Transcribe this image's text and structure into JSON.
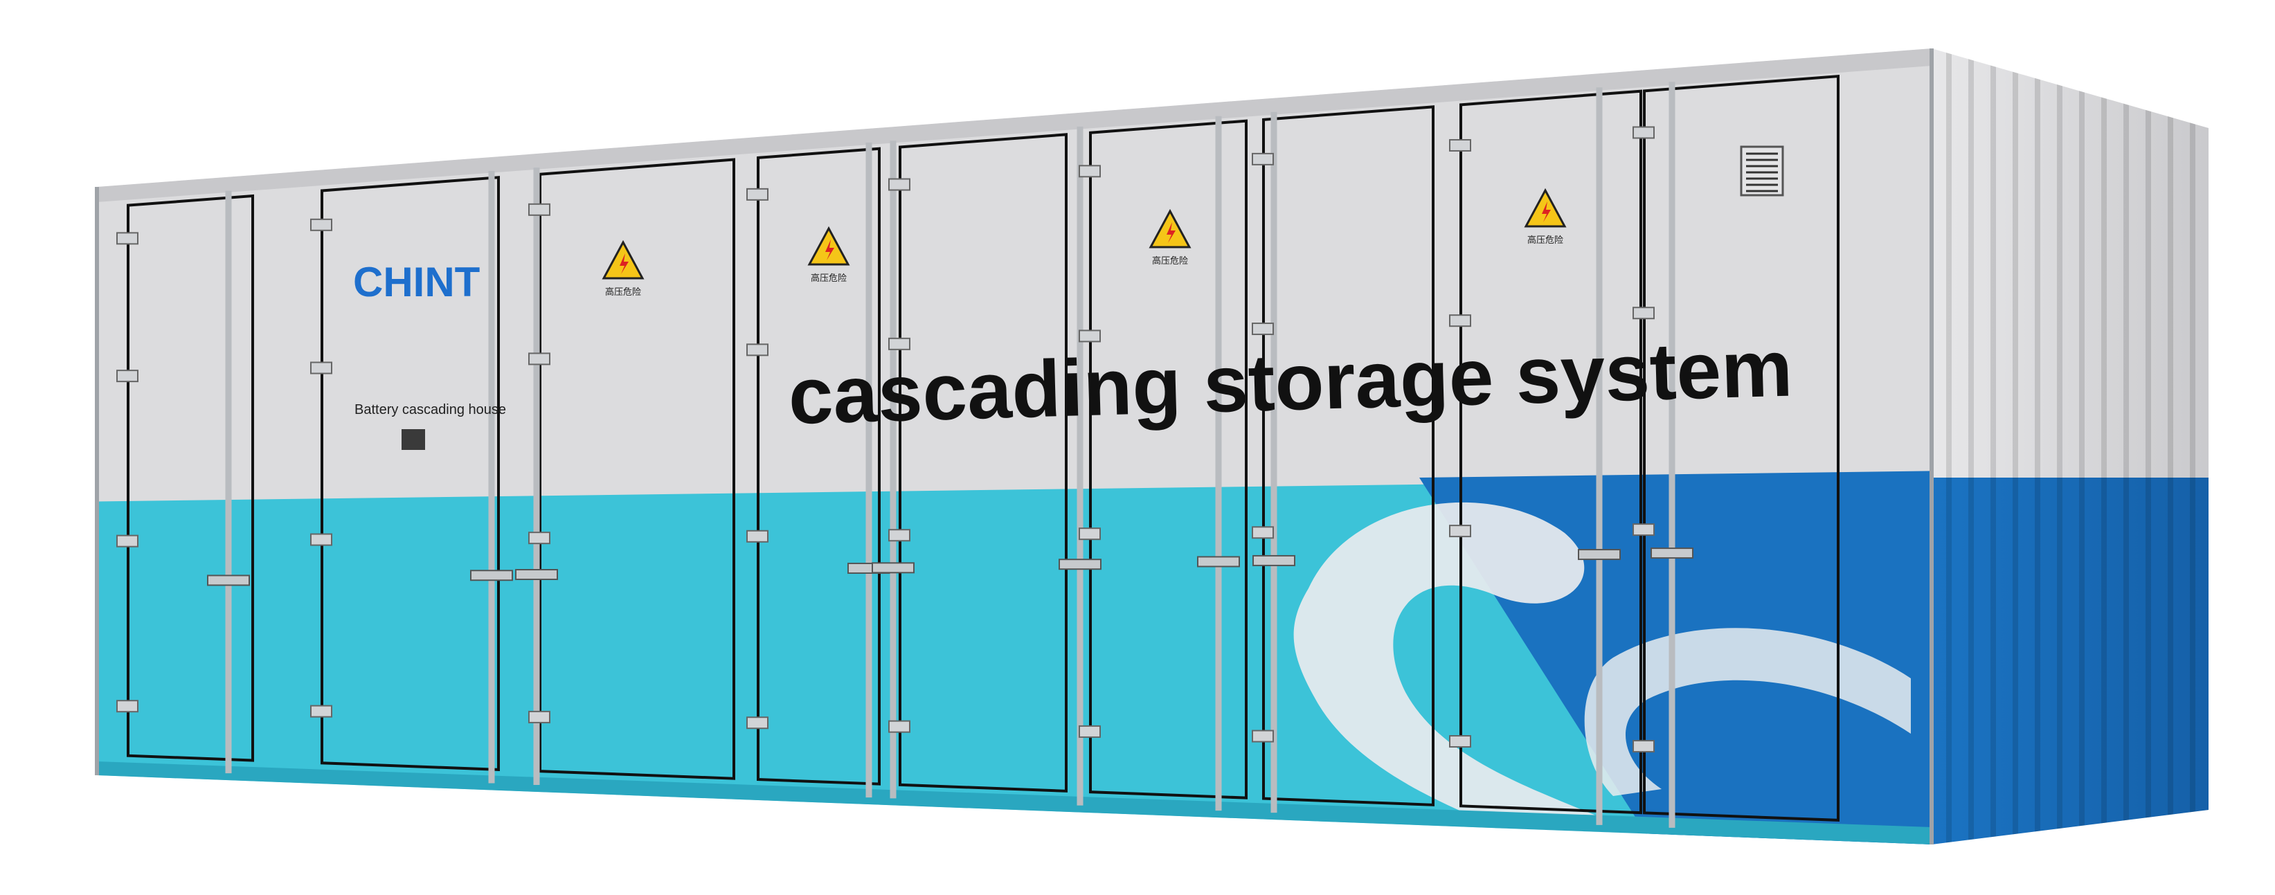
{
  "brand": {
    "logo_text": "CHINT"
  },
  "front_panel": {
    "label": "Battery cascading house",
    "slogan": "cascading storage system"
  },
  "warning_signs": [
    {
      "text": "高压危险"
    },
    {
      "text": "高压危险"
    },
    {
      "text": "高压危险"
    },
    {
      "text": "高压危险"
    }
  ],
  "colors": {
    "panel_grey": "#dcdcde",
    "cyan": "#3cc3d8",
    "blue": "#1a72c0",
    "logo_blue": "#1e6fcd",
    "warning_yellow": "#f5c518",
    "text_black": "#111111"
  }
}
